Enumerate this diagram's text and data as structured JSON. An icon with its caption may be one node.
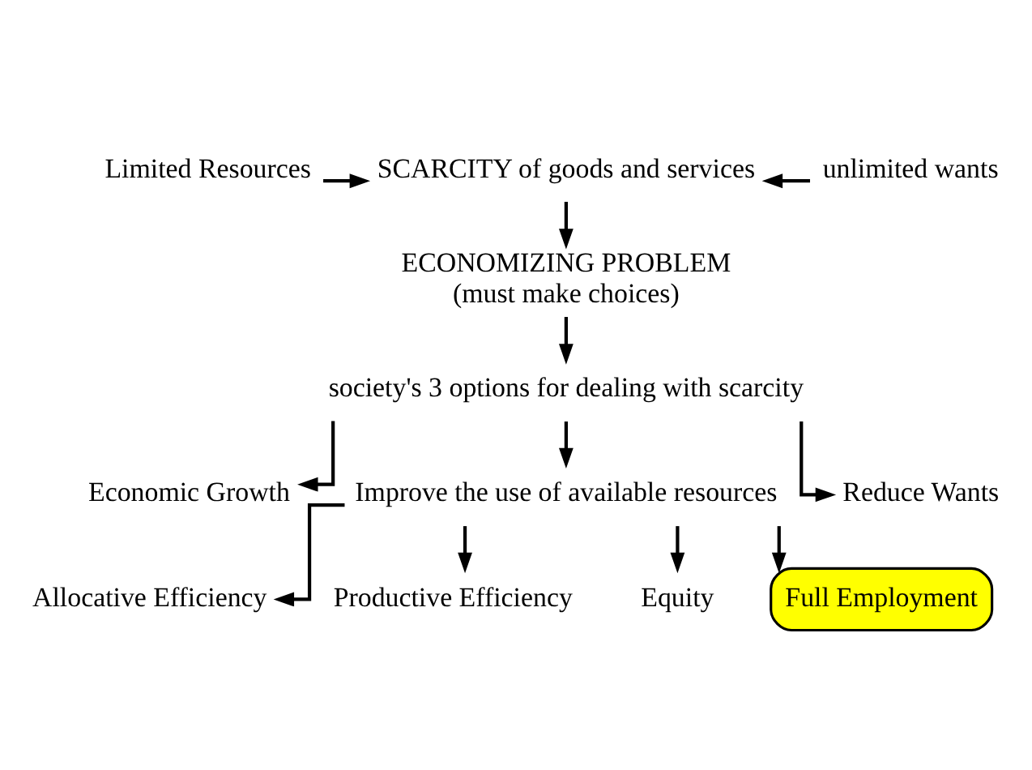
{
  "diagram": {
    "nodes": [
      {
        "text": [
          "Limited Resources"
        ]
      },
      {
        "text": [
          "SCARCITY of goods and services"
        ]
      },
      {
        "text": [
          "unlimited wants"
        ]
      },
      {
        "text": [
          "ECONOMIZING PROBLEM",
          "(must make choices)"
        ]
      },
      {
        "text": [
          "society's 3 options for dealing with scarcity"
        ]
      },
      {
        "text": [
          "Economic Growth"
        ]
      },
      {
        "text": [
          "Improve the use of available resources"
        ]
      },
      {
        "text": [
          "Reduce Wants"
        ]
      },
      {
        "text": [
          "Allocative Efficiency"
        ]
      },
      {
        "text": [
          "Productive Efficiency"
        ]
      },
      {
        "text": [
          "Equity"
        ]
      },
      {
        "text": [
          "Full Employment"
        ]
      }
    ],
    "edges": [
      {
        "from": 0,
        "to": 1,
        "arrow": "to"
      },
      {
        "from": 2,
        "to": 1,
        "arrow": "to"
      },
      {
        "from": 1,
        "to": 3,
        "arrow": "to"
      },
      {
        "from": 3,
        "to": 4,
        "arrow": "to"
      },
      {
        "from": 4,
        "to": 5,
        "arrow": "to"
      },
      {
        "from": 4,
        "to": 6,
        "arrow": "to"
      },
      {
        "from": 4,
        "to": 7,
        "arrow": "to"
      },
      {
        "from": 6,
        "to": 8,
        "arrow": "to"
      },
      {
        "from": 6,
        "to": 9,
        "arrow": "to"
      },
      {
        "from": 6,
        "to": 10,
        "arrow": "to"
      },
      {
        "from": 6,
        "to": 11,
        "arrow": "to"
      }
    ]
  }
}
